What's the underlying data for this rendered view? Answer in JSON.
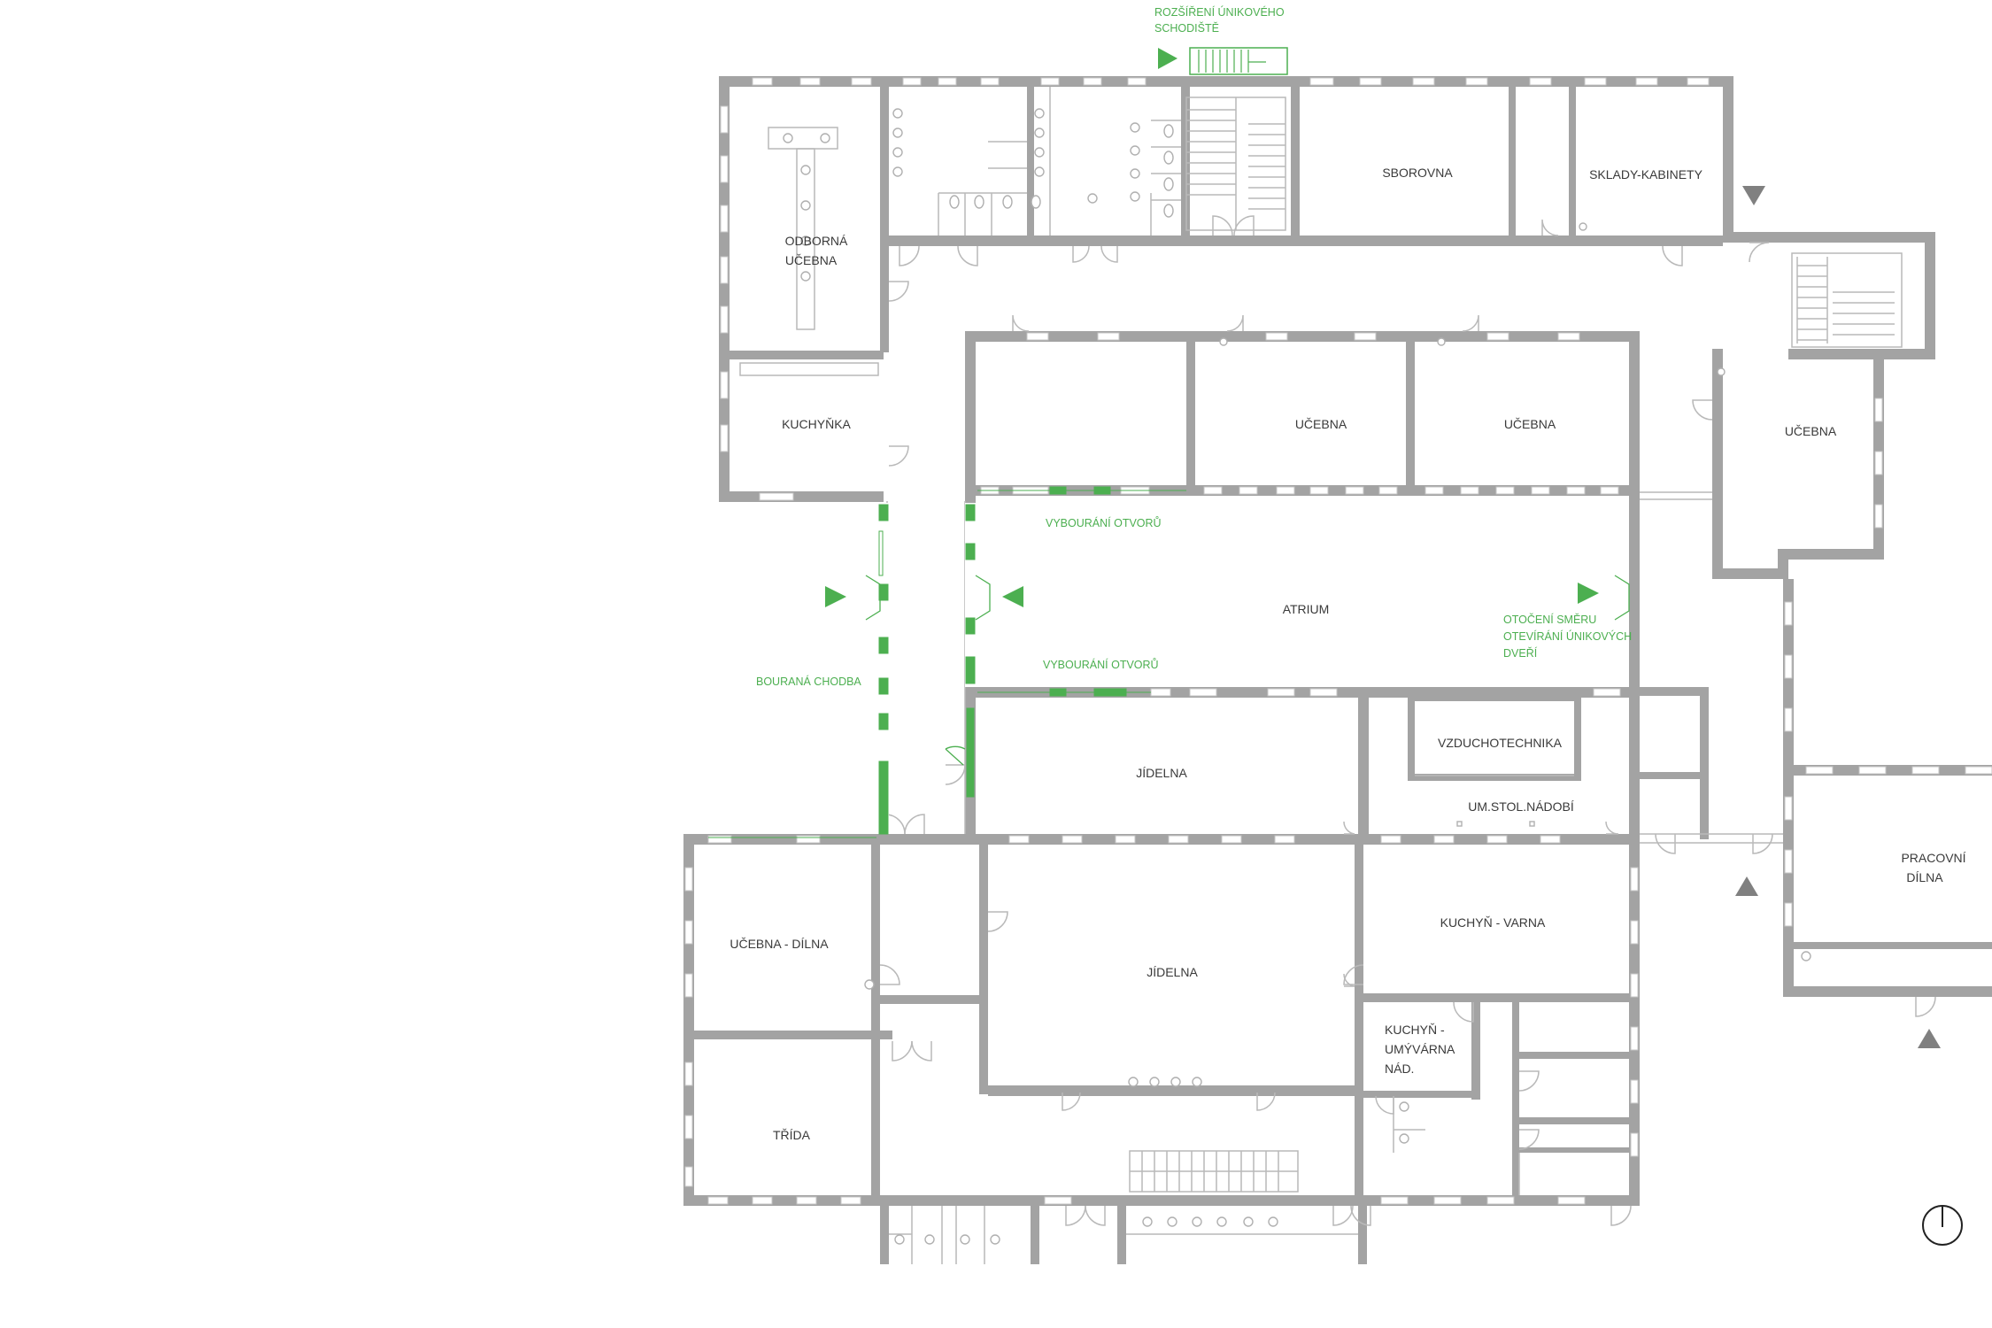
{
  "colors": {
    "wall": "#a3a3a3",
    "accent": "#4caf50",
    "text": "#3a3a3a",
    "marker": "#808080"
  },
  "rooms": {
    "odborna_ucebna_1": "ODBORNÁ",
    "odborna_ucebna_2": "UČEBNA",
    "kuchynka": "KUCHYŇKA",
    "sborovna": "SBOROVNA",
    "sklady_kabinety": "SKLADY-KABINETY",
    "ucebna_a": "UČEBNA",
    "ucebna_b": "UČEBNA",
    "ucebna_c": "UČEBNA",
    "atrium": "ATRIUM",
    "jidelna_north": "JÍDELNA",
    "vzduchotechnika": "VZDUCHOTECHNIKA",
    "um_stol_nadobi": "UM.STOL.NÁDOBÍ",
    "pracovni_dilna_1": "PRACOVNÍ",
    "pracovni_dilna_2": "DÍLNA",
    "ucebna_dilna": "UČEBNA - DÍLNA",
    "jidelna_south": "JÍDELNA",
    "kuchyn_varna": "KUCHYŇ - VARNA",
    "kuchyn_umyvarna_1": "KUCHYŇ -",
    "kuchyn_umyvarna_2": "UMÝVÁRNA",
    "kuchyn_umyvarna_3": "NÁD.",
    "trida": "TŘÍDA"
  },
  "annotations": {
    "rozsireni_1": "ROZŠÍŘENÍ ÚNIKOVÉHO",
    "rozsireni_2": "SCHODIŠTĚ",
    "vybourani_top": "VYBOURÁNÍ OTVORŮ",
    "vybourani_bottom": "VYBOURÁNÍ OTVORŮ",
    "bourana_chodba": "BOURANÁ CHODBA",
    "otoceni_1": "OTOČENÍ SMĚRU",
    "otoceni_2": "OTEVÍRÁNÍ ÚNIKOVÝCH",
    "otoceni_3": "DVEŘÍ"
  },
  "icons": [
    "entrance-triangle-icon",
    "north-arrow-icon",
    "door-swing-icon",
    "stair-icon"
  ]
}
